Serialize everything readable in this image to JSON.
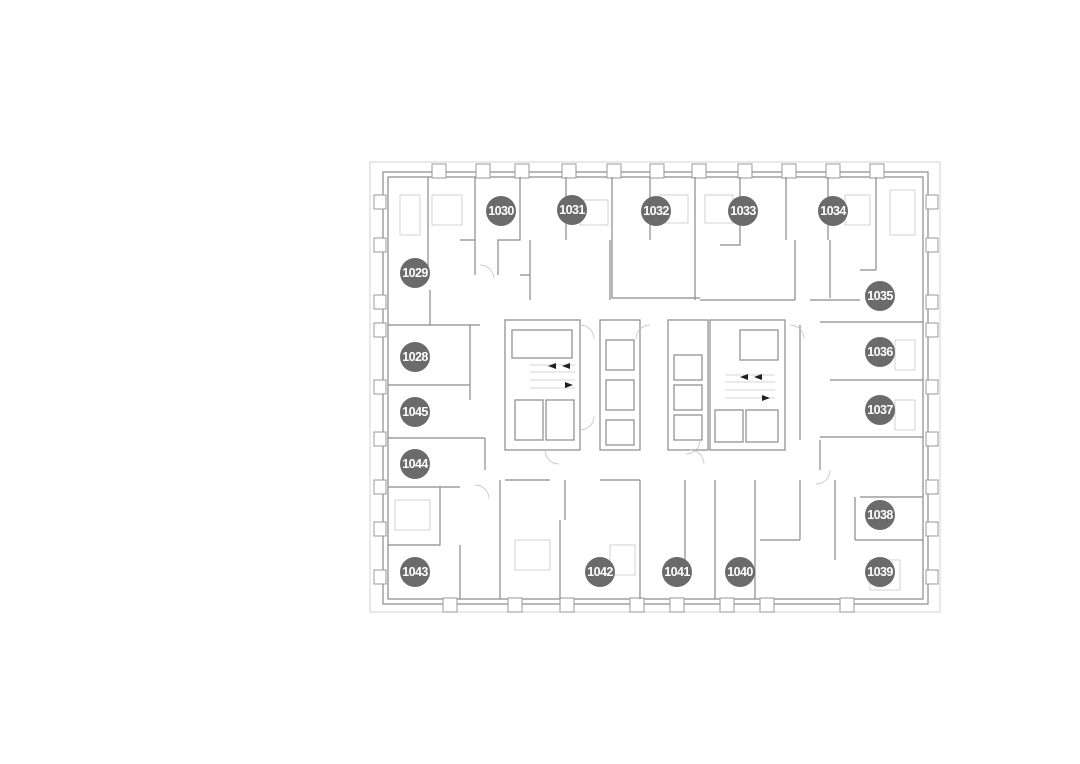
{
  "plan": {
    "badge_color": "#6b6b6b",
    "units": [
      {
        "label": "1030"
      },
      {
        "label": "1031"
      },
      {
        "label": "1032"
      },
      {
        "label": "1033"
      },
      {
        "label": "1034"
      },
      {
        "label": "1029"
      },
      {
        "label": "1035"
      },
      {
        "label": "1028"
      },
      {
        "label": "1036"
      },
      {
        "label": "1045"
      },
      {
        "label": "1037"
      },
      {
        "label": "1044"
      },
      {
        "label": "1038"
      },
      {
        "label": "1043"
      },
      {
        "label": "1042"
      },
      {
        "label": "1041"
      },
      {
        "label": "1040"
      },
      {
        "label": "1039"
      }
    ]
  }
}
